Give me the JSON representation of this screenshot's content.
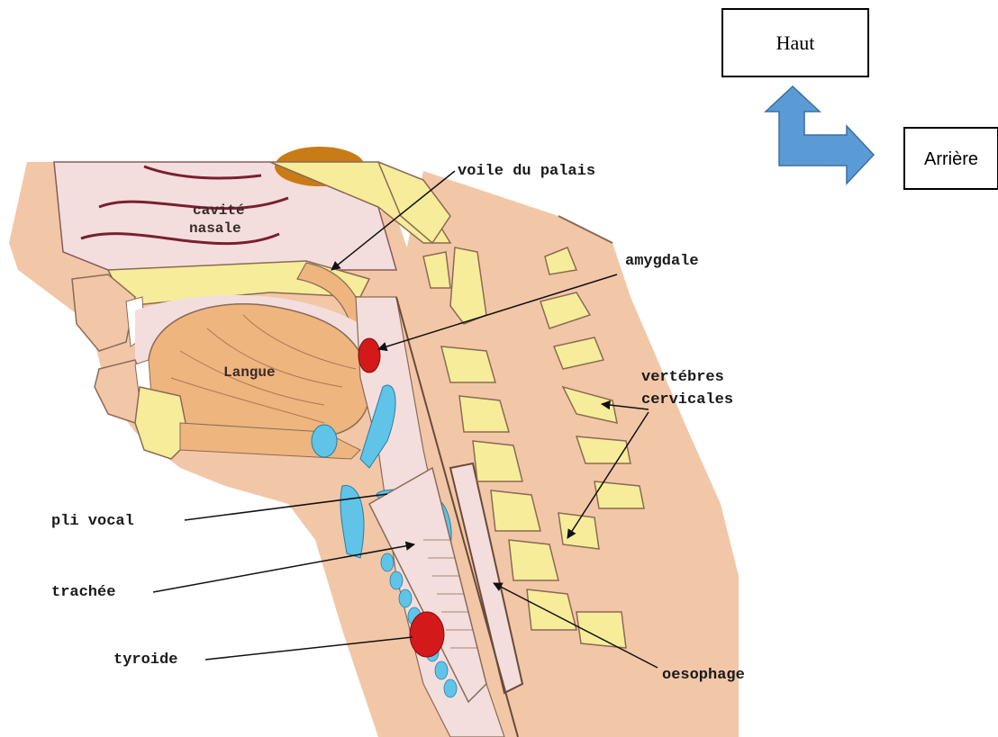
{
  "orientation": {
    "up_label": "Haut",
    "back_label": "Arrière",
    "arrow_color": "#5b9bd5"
  },
  "anatomy_labels": {
    "nasal_cavity": "cavité\nnasale",
    "nasal_cavity_line1": "cavité",
    "nasal_cavity_line2": "nasale",
    "tongue": "Langue",
    "soft_palate": "voile du palais",
    "tonsil": "amygdale",
    "cervical_vertebrae_line1": "vertébres",
    "cervical_vertebrae_line2": "cervicales",
    "vocal_fold": "pli vocal",
    "trachea": "trachée",
    "thyroid": "tyroide",
    "esophagus": "oesophage"
  },
  "colors": {
    "skin": "#f2c7a7",
    "tissue": "#f3dedd",
    "bone": "#f6ec9a",
    "tongue": "#eeb57f",
    "cartilage": "#5fc4e8",
    "gland": "#d4191b",
    "sinus": "#c97b16"
  }
}
